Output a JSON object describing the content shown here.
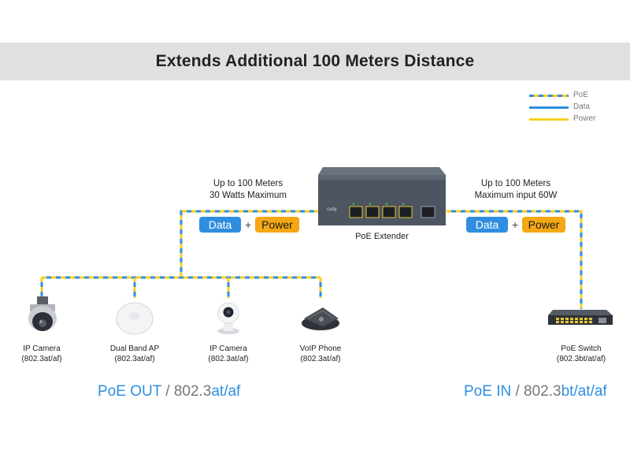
{
  "banner": {
    "title": "Extends Additional 100 Meters Distance"
  },
  "legend": [
    {
      "label": "PoE",
      "style": "poe"
    },
    {
      "label": "Data",
      "style": "data"
    },
    {
      "label": "Power",
      "style": "power"
    }
  ],
  "colors": {
    "data_blue": "#2f8ee0",
    "power_yellow": "#f5d020",
    "power_pill": "#f5a814",
    "banner_gray": "#e0e0e0"
  },
  "left_link": {
    "line1": "Up to 100 Meters",
    "line2": "30 Watts Maximum"
  },
  "right_link": {
    "line1": "Up to 100 Meters",
    "line2": "Maximum input 60W"
  },
  "pills": {
    "data": "Data",
    "plus": "+",
    "power": "Power"
  },
  "extender": {
    "label": "PoE Extender",
    "logo": "cudy"
  },
  "devices": [
    {
      "name": "IP Camera",
      "standard": "(802.3at/af)",
      "icon": "dome-camera-icon"
    },
    {
      "name": "Dual Band AP",
      "standard": "(802.3at/af)",
      "icon": "access-point-icon"
    },
    {
      "name": "IP Camera",
      "standard": "(802.3at/af)",
      "icon": "home-camera-icon"
    },
    {
      "name": "VoIP Phone",
      "standard": "(802.3at/af)",
      "icon": "conference-phone-icon"
    }
  ],
  "switch": {
    "name": "PoE Switch",
    "standard": "(802.3bt/at/af)",
    "icon": "poe-switch-icon"
  },
  "footer_out": {
    "label": "PoE OUT",
    "sep": " / ",
    "std_prefix": "802.3",
    "std_suffix": "at/af"
  },
  "footer_in": {
    "label": "PoE IN",
    "sep": " / ",
    "std_prefix": "802.3",
    "std_suffix": "bt/at/af"
  }
}
